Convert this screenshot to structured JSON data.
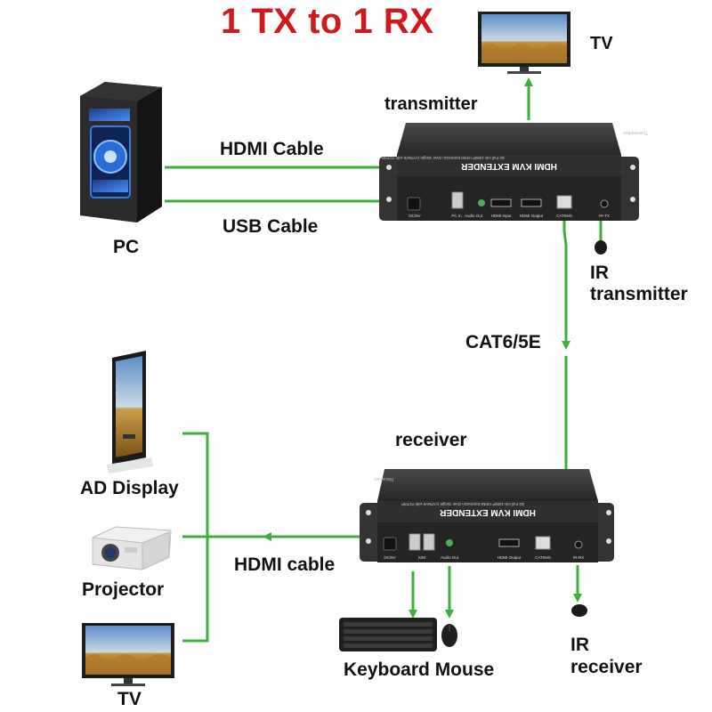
{
  "title": "1 TX to 1 RX",
  "colors": {
    "title": "#d0181f",
    "line": "#3fae3f",
    "device_body": "#3a3a3a",
    "device_face": "#2b2b2b"
  },
  "labels": {
    "tv_top": "TV",
    "transmitter": "transmitter",
    "hdmi_cable_top": "HDMI Cable",
    "usb_cable": "USB Cable",
    "pc": "PC",
    "ir_transmitter_line1": "IR",
    "ir_transmitter_line2": "transmitter",
    "cat": "CAT6/5E",
    "receiver": "receiver",
    "ad_display": "AD Display",
    "projector": "Projector",
    "hdmi_cable_bottom": "HDMI cable",
    "tv_bottom": "TV",
    "keyboard_mouse": "Keyboard Mouse",
    "ir_receiver_line1": "IR",
    "ir_receiver_line2": "receiver"
  },
  "transmitter_device": {
    "side_label": "Transmitter",
    "subtitle": "3D Full HD 1080P HDMI Extension Over Single CAT5e/6 with TCP/IP",
    "name": "HDMI KVM EXTENDER",
    "ports": [
      "DC/5V",
      "PC In",
      "Audio Out",
      "HDMI Input",
      "HDMI Output",
      "CAT5e/6",
      "IR-TX"
    ]
  },
  "receiver_device": {
    "side_label": "Receiver",
    "subtitle": "3D Full HD 1080P HDMI Extension Over Single CAT5e/6 with TCP/IP",
    "name": "HDMI KVM EXTENDER",
    "ports": [
      "DC/5V",
      "K/M",
      "Audio Out",
      "HDMI Output",
      "CAT5e/6",
      "IR-RX"
    ]
  },
  "icons": [
    "pc-tower-icon",
    "tv-icon",
    "ad-display-icon",
    "projector-icon",
    "keyboard-icon",
    "mouse-icon",
    "ir-sensor-icon"
  ]
}
